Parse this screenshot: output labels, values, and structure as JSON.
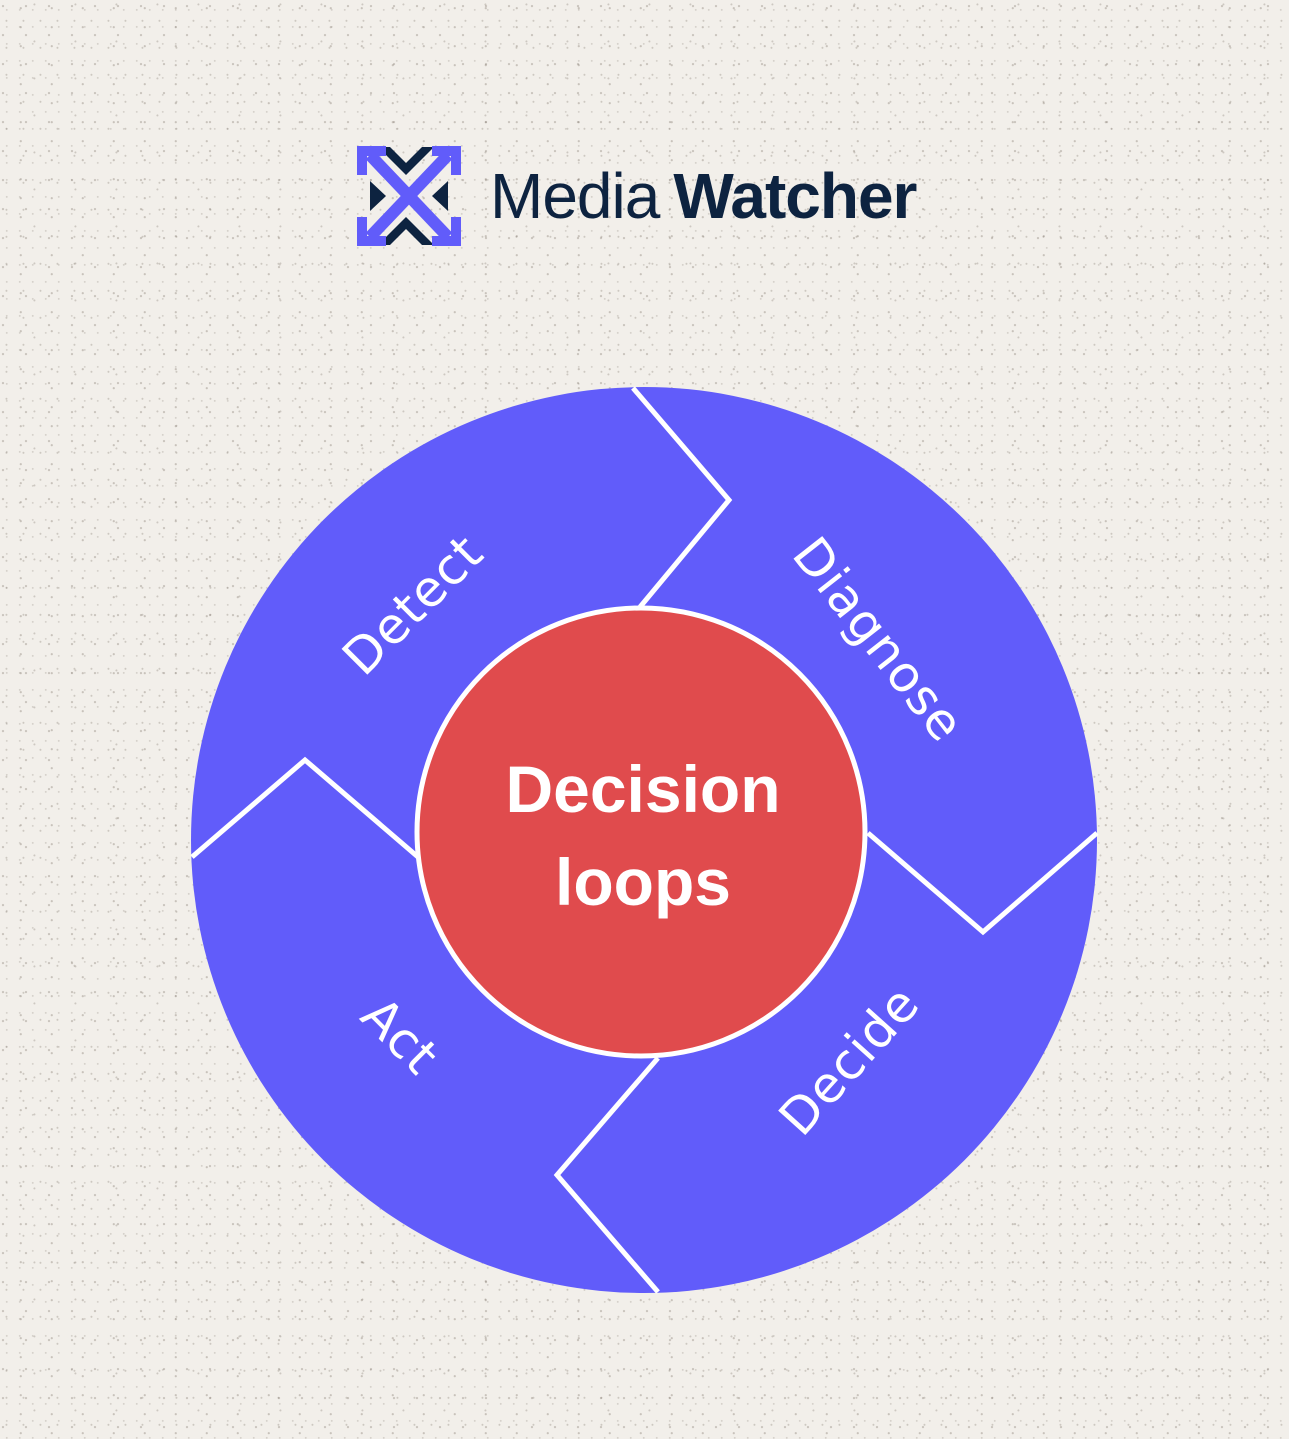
{
  "brand": {
    "name_light": "Media",
    "name_bold": "Watcher",
    "logo_icon": "media-watcher-x-arrows-icon",
    "colors": {
      "navy": "#0d2340",
      "purple": "#615cfa"
    }
  },
  "diagram": {
    "center": {
      "line1": "Decision",
      "line2": "loops",
      "color": "#e04b4d"
    },
    "ring_color": "#615cfa",
    "divider_color": "#ffffff",
    "background_color": "#f2efea",
    "segments": [
      {
        "label": "Detect",
        "position": "top-left"
      },
      {
        "label": "Diagnose",
        "position": "top-right"
      },
      {
        "label": "Decide",
        "position": "bottom-right"
      },
      {
        "label": "Act",
        "position": "bottom-left"
      }
    ]
  }
}
